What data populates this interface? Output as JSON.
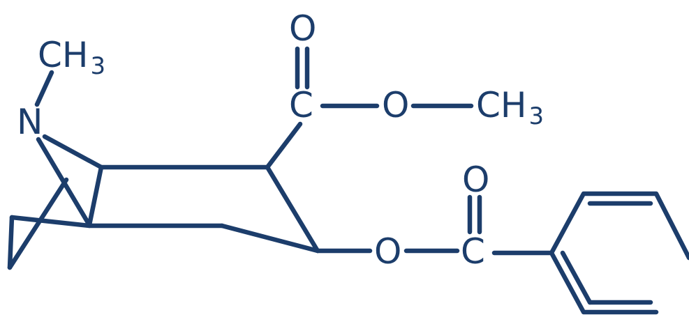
{
  "molecule": {
    "color": "#1c3d6b",
    "labels": {
      "n_methyl": {
        "element": "CH",
        "sub": "3"
      },
      "nitrogen": "N",
      "carbonyl_o_top": "O",
      "ester_carbon": "C",
      "ester_oxygen": "O",
      "ester_methyl": {
        "element": "CH",
        "sub": "3"
      },
      "carbonyl_o_benzoyl": "O",
      "benzoyl_oxygen": "O",
      "benzoyl_carbon": "C"
    }
  }
}
